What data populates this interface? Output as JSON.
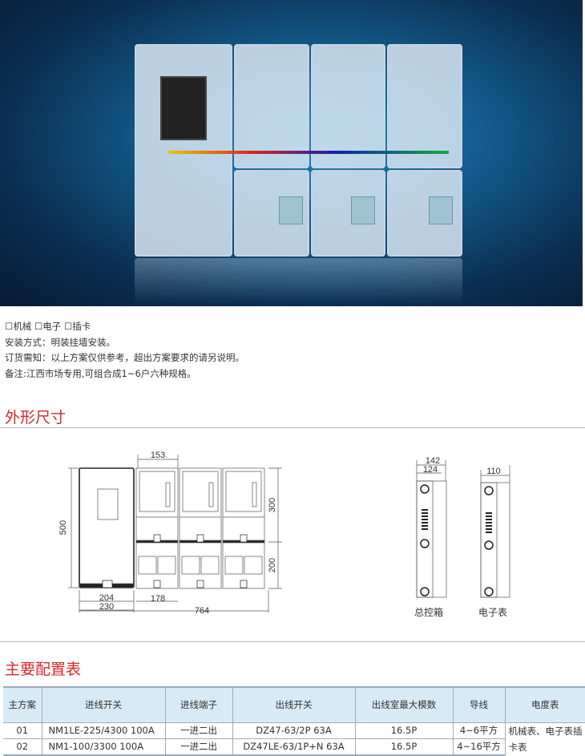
{
  "notes": {
    "options": [
      "机械",
      "电子",
      "插卡"
    ],
    "install": "安装方式：明装挂墙安装。",
    "order": "订货需知：以上方案仅供参考，超出方案要求的请另说明。",
    "remark": "备注:江西市场专用,可组合成1~6户六种规格。"
  },
  "section_dimensions": {
    "title": "外形尺寸",
    "front": {
      "d153": "153",
      "d500": "500",
      "d300": "300",
      "d200": "200",
      "d204": "204",
      "d230": "230",
      "d178": "178",
      "d764": "764"
    },
    "side": {
      "d142": "142",
      "d124": "124",
      "d110": "110",
      "label_main": "总控箱",
      "label_meter": "电子表"
    }
  },
  "section_config": {
    "title": "主要配置表",
    "headers": [
      "主方案",
      "进线开关",
      "进线端子",
      "出线开关",
      "出线室最大模数",
      "导线",
      "电度表"
    ],
    "rows": [
      [
        "01",
        "NM1LE-225/4300 100A",
        "一进二出",
        "DZ47-63/2P 63A",
        "16.5P",
        "4~6平方"
      ],
      [
        "02",
        "NM1-100/3300 100A",
        "一进二出",
        "DZ47LE-63/1P+N 63A",
        "16.5P",
        "4~16平方"
      ]
    ],
    "meter_types": "机械表、电子表插卡表"
  }
}
